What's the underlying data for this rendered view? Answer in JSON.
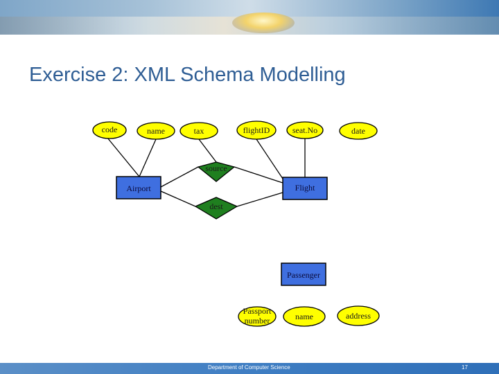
{
  "slide": {
    "title": "Exercise 2: XML Schema Modelling",
    "footer": "Department of Computer Science",
    "page_number": "17"
  },
  "diagram": {
    "colors": {
      "attribute": "#ffff00",
      "entity": "#3f6fe0",
      "relationship": "#1f7f1f",
      "outline": "#000000"
    },
    "entities": {
      "airport": "Airport",
      "flight": "Flight",
      "passenger": "Passenger"
    },
    "relationships": {
      "source": "source",
      "dest": "dest"
    },
    "attributes": {
      "code": "code",
      "airport_name": "name",
      "tax": "tax",
      "flight_id": "flightID",
      "seat_no": "seat.No",
      "date": "date",
      "passport_line1": "Passport",
      "passport_line2": "number",
      "passenger_name": "name",
      "address": "address"
    }
  }
}
